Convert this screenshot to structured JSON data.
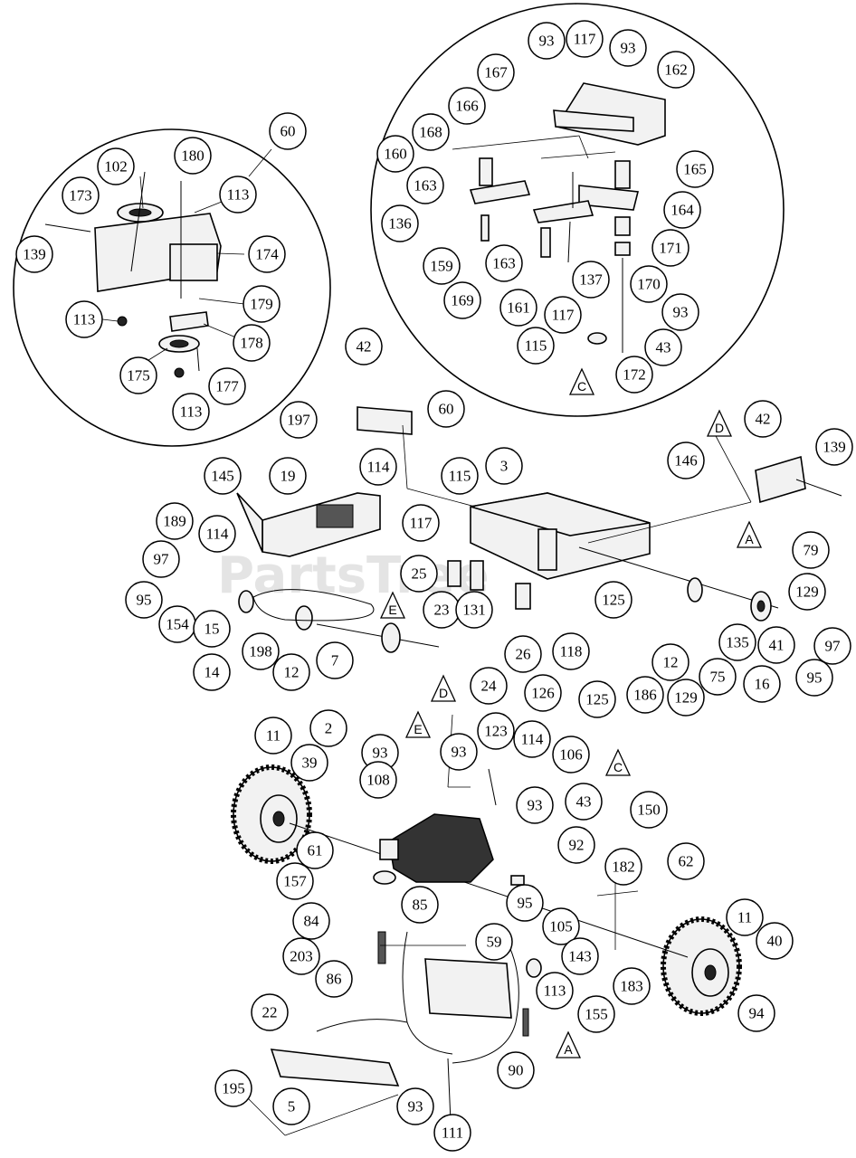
{
  "watermark": "PartsTree",
  "callouts": [
    {
      "label": "60"
    },
    {
      "label": "102"
    },
    {
      "label": "180"
    },
    {
      "label": "113"
    },
    {
      "label": "173"
    },
    {
      "label": "139"
    },
    {
      "label": "174"
    },
    {
      "label": "113"
    },
    {
      "label": "179"
    },
    {
      "label": "178"
    },
    {
      "label": "175"
    },
    {
      "label": "177"
    },
    {
      "label": "113"
    },
    {
      "label": "93"
    },
    {
      "label": "117"
    },
    {
      "label": "93"
    },
    {
      "label": "162"
    },
    {
      "label": "167"
    },
    {
      "label": "166"
    },
    {
      "label": "168"
    },
    {
      "label": "160"
    },
    {
      "label": "165"
    },
    {
      "label": "163"
    },
    {
      "label": "164"
    },
    {
      "label": "136"
    },
    {
      "label": "163"
    },
    {
      "label": "171"
    },
    {
      "label": "159"
    },
    {
      "label": "137"
    },
    {
      "label": "170"
    },
    {
      "label": "169"
    },
    {
      "label": "161"
    },
    {
      "label": "117"
    },
    {
      "label": "93"
    },
    {
      "label": "115"
    },
    {
      "label": "43"
    },
    {
      "label": "172"
    },
    {
      "label": "42"
    },
    {
      "label": "197"
    },
    {
      "label": "60"
    },
    {
      "label": "145"
    },
    {
      "label": "19"
    },
    {
      "label": "114"
    },
    {
      "label": "115"
    },
    {
      "label": "3"
    },
    {
      "label": "146"
    },
    {
      "label": "42"
    },
    {
      "label": "139"
    },
    {
      "label": "189"
    },
    {
      "label": "117"
    },
    {
      "label": "114"
    },
    {
      "label": "97"
    },
    {
      "label": "25"
    },
    {
      "label": "79"
    },
    {
      "label": "95"
    },
    {
      "label": "129"
    },
    {
      "label": "154"
    },
    {
      "label": "15"
    },
    {
      "label": "23"
    },
    {
      "label": "131"
    },
    {
      "label": "125"
    },
    {
      "label": "14"
    },
    {
      "label": "198"
    },
    {
      "label": "12"
    },
    {
      "label": "7"
    },
    {
      "label": "26"
    },
    {
      "label": "118"
    },
    {
      "label": "12"
    },
    {
      "label": "75"
    },
    {
      "label": "135"
    },
    {
      "label": "41"
    },
    {
      "label": "97"
    },
    {
      "label": "24"
    },
    {
      "label": "126"
    },
    {
      "label": "125"
    },
    {
      "label": "186"
    },
    {
      "label": "129"
    },
    {
      "label": "16"
    },
    {
      "label": "95"
    },
    {
      "label": "11"
    },
    {
      "label": "2"
    },
    {
      "label": "93"
    },
    {
      "label": "123"
    },
    {
      "label": "114"
    },
    {
      "label": "106"
    },
    {
      "label": "39"
    },
    {
      "label": "93"
    },
    {
      "label": "108"
    },
    {
      "label": "93"
    },
    {
      "label": "43"
    },
    {
      "label": "150"
    },
    {
      "label": "92"
    },
    {
      "label": "182"
    },
    {
      "label": "62"
    },
    {
      "label": "61"
    },
    {
      "label": "157"
    },
    {
      "label": "95"
    },
    {
      "label": "84"
    },
    {
      "label": "85"
    },
    {
      "label": "105"
    },
    {
      "label": "11"
    },
    {
      "label": "40"
    },
    {
      "label": "59"
    },
    {
      "label": "203"
    },
    {
      "label": "143"
    },
    {
      "label": "86"
    },
    {
      "label": "113"
    },
    {
      "label": "183"
    },
    {
      "label": "94"
    },
    {
      "label": "22"
    },
    {
      "label": "155"
    },
    {
      "label": "90"
    },
    {
      "label": "195"
    },
    {
      "label": "5"
    },
    {
      "label": "93"
    },
    {
      "label": "111"
    }
  ],
  "triangles": [
    {
      "label": "C"
    },
    {
      "label": "D"
    },
    {
      "label": "A"
    },
    {
      "label": "E"
    },
    {
      "label": "D"
    },
    {
      "label": "E"
    },
    {
      "label": "C"
    },
    {
      "label": "A"
    }
  ]
}
